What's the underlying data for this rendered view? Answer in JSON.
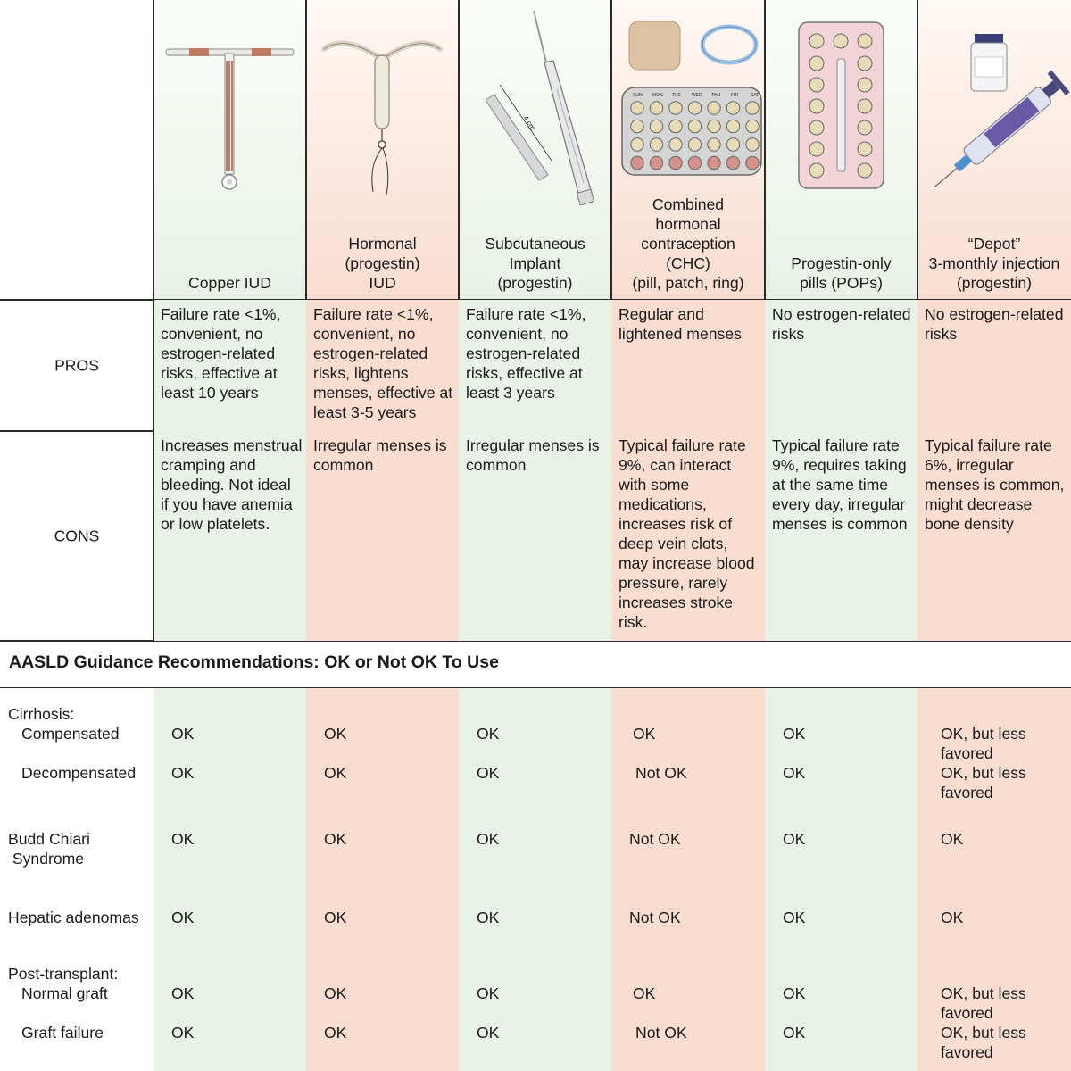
{
  "methods": [
    {
      "name": "Copper IUD",
      "color": "green"
    },
    {
      "name": "Hormonal\n(progestin)\nIUD",
      "color": "pink"
    },
    {
      "name": "Subcutaneous\nImplant\n(progestin)",
      "color": "green"
    },
    {
      "name": "Combined\nhormonal\ncontraception\n(CHC)\n(pill, patch, ring)",
      "color": "pink"
    },
    {
      "name": "Progestin-only\npills (POPs)",
      "color": "green"
    },
    {
      "name": "“Depot”\n3-monthly injection\n(progestin)",
      "color": "pink"
    }
  ],
  "implant_label": "4 cm",
  "pill_days": [
    "SUN",
    "MON",
    "TUE",
    "WED",
    "THU",
    "FRI",
    "SAT"
  ],
  "pros_label": "PROS",
  "cons_label": "CONS",
  "pros": [
    "Failure rate <1%, convenient, no estrogen-related risks, effective at least 10 years",
    "Failure rate <1%, convenient, no estrogen-related risks, lightens menses, effective at least 3-5 years",
    "Failure rate <1%, convenient, no estrogen-related risks, effective at least 3 years",
    "Regular and lightened menses",
    "No estrogen-related risks",
    "No estrogen-related risks"
  ],
  "cons": [
    "Increases menstrual cramping and bleeding. Not ideal if you have anemia or low platelets.",
    "Irregular menses is common",
    "Irregular menses is common",
    "Typical failure rate 9%, can interact with some medications, increases risk of deep vein clots, may increase blood pressure, rarely increases stroke risk.",
    "Typical failure rate 9%, requires taking at the same time every day, irregular menses is common",
    "Typical failure rate 6%, irregular menses is common, might decrease bone density"
  ],
  "guidance_title": "AASLD Guidance Recommendations: OK or Not OK To Use",
  "conditions": [
    {
      "label": "Cirrhosis:",
      "sub": [
        "Compensated",
        "Decompensated"
      ],
      "values": [
        [
          "OK",
          "OK"
        ],
        [
          "OK",
          "OK"
        ],
        [
          "OK",
          "OK"
        ],
        [
          "OK",
          "Not OK"
        ],
        [
          "OK",
          "OK"
        ],
        [
          "OK, but less favored",
          "OK, but less favored"
        ]
      ]
    },
    {
      "label": "Budd Chiari\n Syndrome",
      "sub": [],
      "values": [
        [
          "OK"
        ],
        [
          "OK"
        ],
        [
          "OK"
        ],
        [
          "Not OK"
        ],
        [
          "OK"
        ],
        [
          "OK"
        ]
      ]
    },
    {
      "label": "Hepatic adenomas",
      "sub": [],
      "values": [
        [
          "OK"
        ],
        [
          "OK"
        ],
        [
          "OK"
        ],
        [
          "Not OK"
        ],
        [
          "OK"
        ],
        [
          "OK"
        ]
      ]
    },
    {
      "label": "Post-transplant:",
      "sub": [
        "Normal graft",
        "Graft failure"
      ],
      "values": [
        [
          "OK",
          "OK"
        ],
        [
          "OK",
          "OK"
        ],
        [
          "OK",
          "OK"
        ],
        [
          "OK",
          "Not OK"
        ],
        [
          "OK",
          "OK"
        ],
        [
          "OK, but less favored",
          "OK, but less favored"
        ]
      ]
    }
  ]
}
